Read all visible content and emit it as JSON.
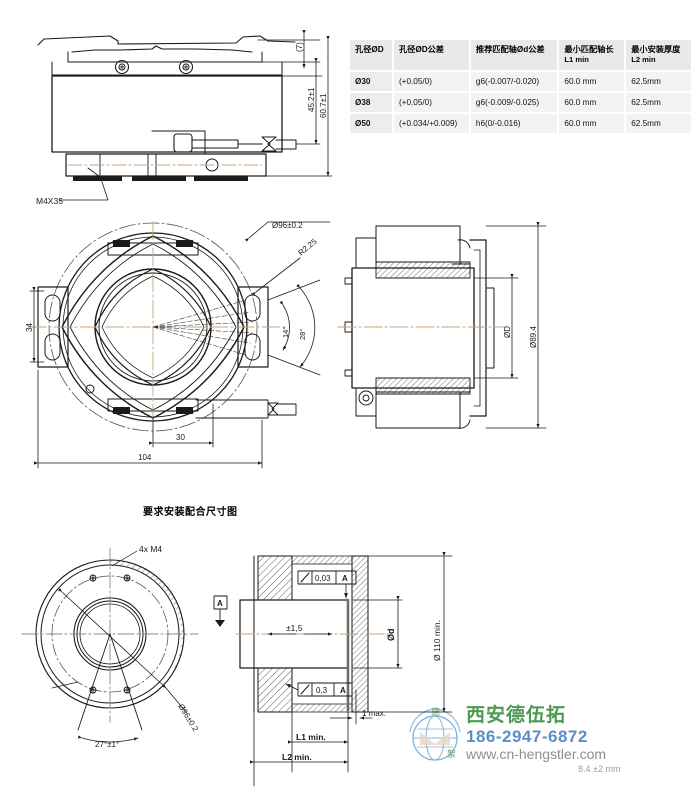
{
  "table": {
    "headers": [
      {
        "main": "孔径ØD",
        "sub": ""
      },
      {
        "main": "孔径ØD公差",
        "sub": ""
      },
      {
        "main": "推荐匹配轴Ød公差",
        "sub": ""
      },
      {
        "main": "最小匹配轴长",
        "sub": "L1 min"
      },
      {
        "main": "最小安装厚度",
        "sub": "L2 min"
      }
    ],
    "rows": [
      {
        "bore": "Ø30",
        "bore_tol": "(+0.05/0)",
        "shaft_tol": "g6(-0.007/-0.020)",
        "l1": "60.0 mm",
        "l2": "62.5mm"
      },
      {
        "bore": "Ø38",
        "bore_tol": "(+0.05/0)",
        "shaft_tol": "g6(-0.009/-0.025)",
        "l1": "60.0 mm",
        "l2": "62.5mm"
      },
      {
        "bore": "Ø50",
        "bore_tol": "(+0.034/+0.009)",
        "shaft_tol": "h6(0/-0.016)",
        "l1": "60.0 mm",
        "l2": "62.5mm"
      }
    ]
  },
  "top_view": {
    "screw_label": "M4X35",
    "dim_bracket": "(7)",
    "dim_body": "45.2±1",
    "dim_total": "60.7±1"
  },
  "front_view": {
    "dim_bolt_circle": "Ø96±0.2",
    "dim_radius": "R2.25",
    "angle_small": "14°",
    "angle_large": "28°",
    "dim_slot_span": "34",
    "dim_offset": "30",
    "dim_width": "104"
  },
  "side_view": {
    "dim_bore": "ØD",
    "dim_outer": "Ø89.4"
  },
  "mounting": {
    "title": "要求安装配合尺寸图",
    "thread_note": "4x M4",
    "dim_bolt_circle": "Ø96±0.2",
    "angle_note": "27°±1°",
    "datum_label": "A",
    "gdt_top_value": "0,03",
    "gdt_top_datum": "A",
    "gdt_bottom_value": "0,3",
    "gdt_bottom_datum": "A",
    "dim_tolerance": "±1,5",
    "dim_shaft": "Ød",
    "dim_housing": "Ø 110 min.",
    "dim_gap": "1 max.",
    "dim_l1": "L1 min.",
    "dim_l2": "L2 min."
  },
  "contact": {
    "company": "西安德伍拓",
    "phone": "186-2947-6872",
    "website": "www.cn-hengstler.com",
    "ghost_dim": "8.4 ±2 mm"
  },
  "colors": {
    "line": "#1a1a1a",
    "centerline": "#c8a07a",
    "table_header_bg": "#e9e9e9",
    "table_cell_bg": "#f3f3f3",
    "company_green": "#4c9a52",
    "phone_blue": "#5b8ec4",
    "website_gray": "#8e8e8e"
  }
}
